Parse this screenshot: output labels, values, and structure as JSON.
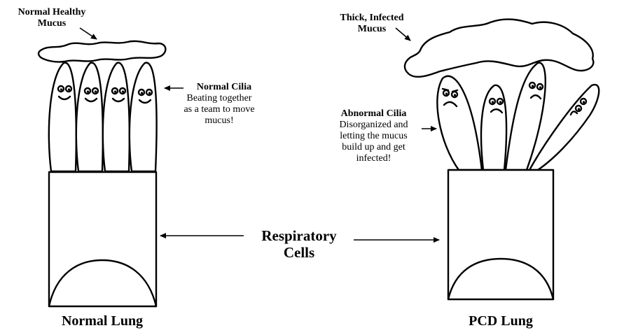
{
  "normal": {
    "mucus_label": [
      "Normal Healthy",
      "Mucus"
    ],
    "cilia_title": "Normal Cilia",
    "cilia_desc": [
      "Beating together",
      "as a team to move",
      "mucus!"
    ],
    "lung_label": "Normal Lung"
  },
  "pcd": {
    "mucus_label": [
      "Thick, Infected",
      "Mucus"
    ],
    "cilia_title": "Abnormal Cilia",
    "cilia_desc": [
      "Disorganized and",
      "letting the mucus",
      "build up and get",
      "infected!"
    ],
    "lung_label": "PCD Lung"
  },
  "center": {
    "cells_label": [
      "Respiratory",
      "Cells"
    ]
  },
  "colors": {
    "ink": "#000000",
    "background": "#ffffff"
  }
}
